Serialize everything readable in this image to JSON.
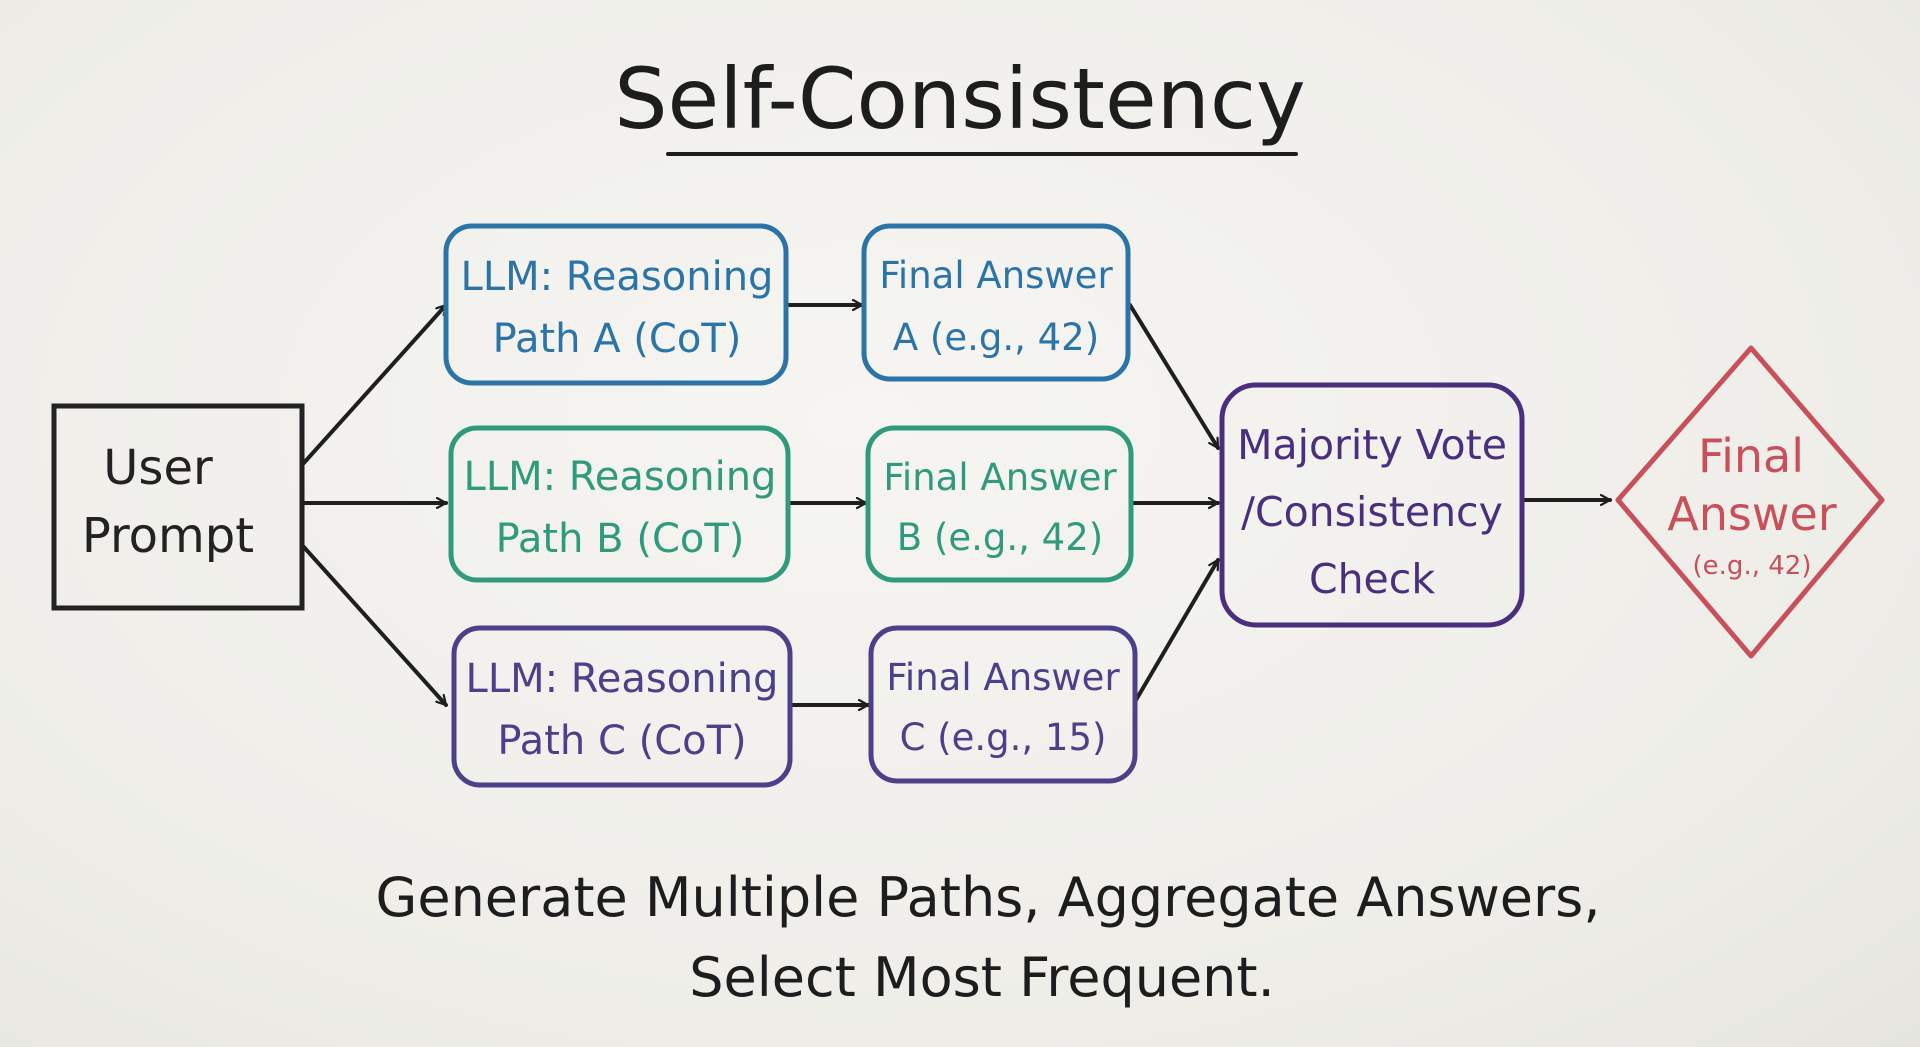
{
  "title": "Self-Consistency",
  "nodes": {
    "user_prompt": {
      "lines": [
        "User",
        "Prompt"
      ],
      "color": "#222222"
    },
    "reasoning_a": {
      "lines": [
        "LLM: Reasoning",
        "Path A (CoT)"
      ],
      "color": "#2a74a8"
    },
    "reasoning_b": {
      "lines": [
        "LLM: Reasoning",
        "Path B (CoT)"
      ],
      "color": "#2f9a7c"
    },
    "reasoning_c": {
      "lines": [
        "LLM: Reasoning",
        "Path C (CoT)"
      ],
      "color": "#4e3f8a"
    },
    "answer_a": {
      "lines": [
        "Final Answer",
        "A (e.g., 42)"
      ],
      "color": "#2a74a8"
    },
    "answer_b": {
      "lines": [
        "Final Answer",
        "B (e.g., 42)"
      ],
      "color": "#2f9a7c"
    },
    "answer_c": {
      "lines": [
        "Final Answer",
        "C (e.g., 15)"
      ],
      "color": "#4e3f8a"
    },
    "majority_vote": {
      "lines": [
        "Majority Vote",
        "/Consistency",
        "Check"
      ],
      "color": "#4a2f7e"
    },
    "final_answer": {
      "lines": [
        "Final",
        "Answer",
        "(e.g., 42)"
      ],
      "color": "#c8505a"
    }
  },
  "caption": [
    "Generate Multiple Paths, Aggregate Answers,",
    "Select Most Frequent."
  ],
  "ink_color": "#1f1f1f"
}
